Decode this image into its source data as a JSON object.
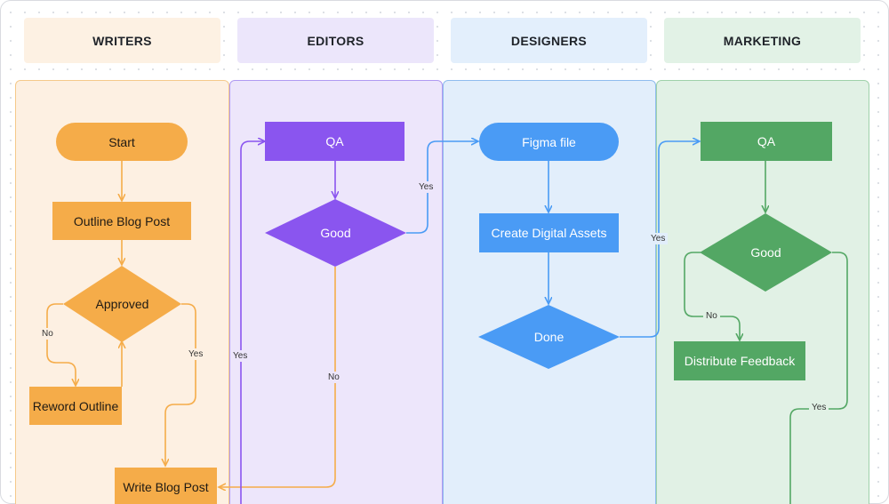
{
  "lanes": [
    {
      "title": "WRITERS",
      "header_color": "#fdf1e3",
      "body_color": "#fdf0e2",
      "border_color": "#f5c98a"
    },
    {
      "title": "EDITORS",
      "header_color": "#ece6fb",
      "body_color": "#ede6fb",
      "border_color": "#b09af2"
    },
    {
      "title": "DESIGNERS",
      "header_color": "#e3effc",
      "body_color": "#e2eefb",
      "border_color": "#8fbcee"
    },
    {
      "title": "MARKETING",
      "header_color": "#e2f2e6",
      "body_color": "#e1f1e5",
      "border_color": "#9fd1aa"
    }
  ],
  "nodes": {
    "start": "Start",
    "outline_blog_post": "Outline Blog Post",
    "approved": "Approved",
    "reword_outline": "Reword Outline",
    "write_blog_post": "Write Blog Post",
    "editors_qa": "QA",
    "editors_good": "Good",
    "figma_file": "Figma file",
    "create_digital_assets": "Create Digital Assets",
    "done": "Done",
    "marketing_qa": "QA",
    "marketing_good": "Good",
    "distribute_feedback": "Distribute Feedback"
  },
  "edge_labels": {
    "approved_no": "No",
    "approved_yes": "Yes",
    "editors_yes_up": "Yes",
    "editors_good_yes": "Yes",
    "editors_good_no": "No",
    "done_yes": "Yes",
    "marketing_good_no": "No",
    "marketing_good_yes": "Yes"
  },
  "colors": {
    "writers_node": "#f5ac49",
    "editors_node": "#8a55ef",
    "designers_node": "#4a9bf5",
    "marketing_node": "#53a764",
    "writers_text": "#1f1a14",
    "light_text": "#ffffff"
  }
}
